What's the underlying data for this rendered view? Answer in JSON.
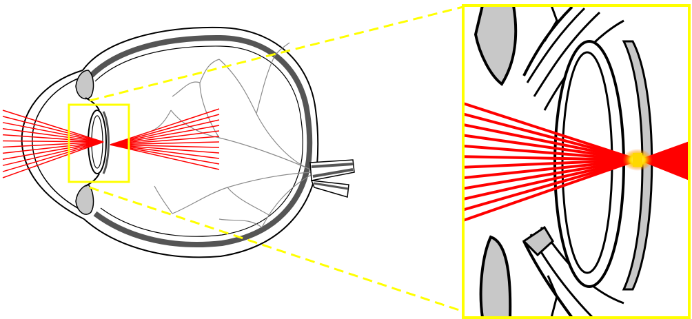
{
  "diagram": {
    "subject": "eye-lens-focus",
    "colors": {
      "background": "#ffffff",
      "outline": "#000000",
      "sclera_band": "#555555",
      "iris_fill": "#c8c8c8",
      "lens_fill": "#ffffff",
      "blood_vessels": "#8a8a8a",
      "light_rays": "#ff0000",
      "focal_glow": "#ffd800",
      "zoom_box": "#ffff00"
    },
    "icons": [
      "eye-cross-section",
      "magnifier-inset"
    ],
    "rays": {
      "incoming_count": 12,
      "outgoing_count": 12
    }
  }
}
